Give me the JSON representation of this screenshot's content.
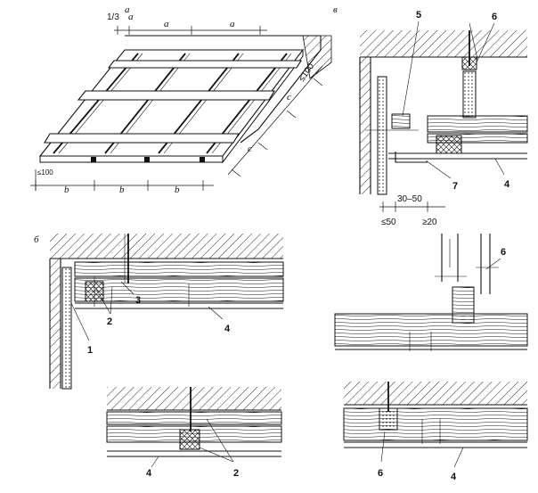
{
  "panels": {
    "a": {
      "label": "а"
    },
    "b": {
      "label": "б"
    },
    "v": {
      "label": "в"
    }
  },
  "dimensions": {
    "a_third": "1/3",
    "a": "a",
    "b": "b",
    "c": "c",
    "le100_left": "≤100",
    "le100_right": "≤100",
    "range_30_50": "30–50",
    "le50": "≤50",
    "ge20": "≥20"
  },
  "callouts": {
    "n1": "1",
    "n2": "2",
    "n3": "3",
    "n4": "4",
    "n5": "5",
    "n6": "6",
    "n7": "7"
  },
  "colors": {
    "line": "#111111",
    "background": "#ffffff"
  }
}
